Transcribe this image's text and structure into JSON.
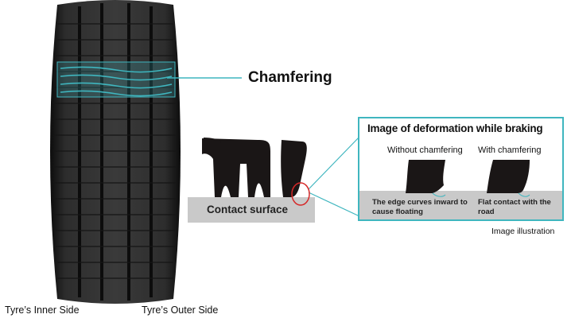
{
  "labels": {
    "chamfering": "Chamfering",
    "inner_side": "Tyre’s Inner Side",
    "outer_side": "Tyre’s Outer Side",
    "contact_surface": "Contact surface",
    "inset_title": "Image of deformation while braking",
    "without_chamfering": "Without chamfering",
    "with_chamfering": "With chamfering",
    "without_note": "The edge curves inward to cause floating",
    "with_note": "Flat contact with the road",
    "illustration": "Image illustration"
  },
  "colors": {
    "highlight": "#3fb6bf",
    "tread": "#1a1616",
    "road": "#c9c9c9",
    "marker": "#d62828"
  }
}
